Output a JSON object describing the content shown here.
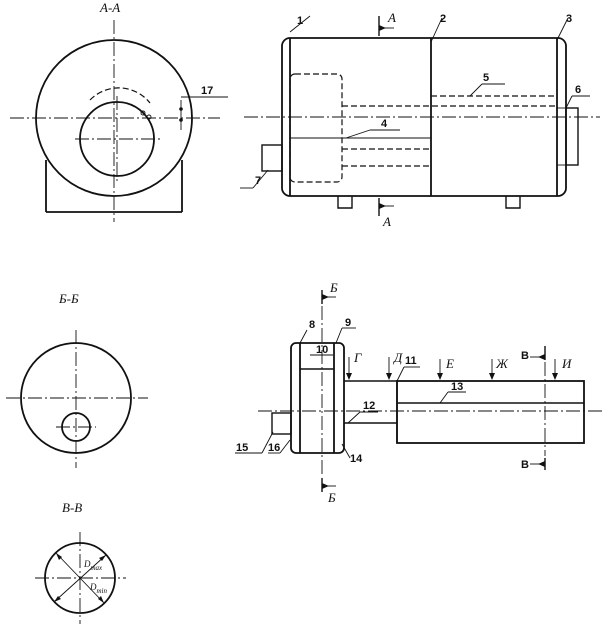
{
  "section_labels": {
    "aa": "А-А",
    "bb": "Б-Б",
    "vv": "В-В"
  },
  "cut_letters": {
    "a_top": "А",
    "a_bottom": "А",
    "b_top": "Б",
    "b_bottom": "Б",
    "v_top": "В",
    "v_bottom": "В"
  },
  "point_letters": [
    "Г",
    "Д",
    "Е",
    "Ж",
    "И"
  ],
  "callouts": {
    "n1": "1",
    "n2": "2",
    "n3": "3",
    "n4": "4",
    "n5": "5",
    "n6": "6",
    "n7": "7",
    "n8": "8",
    "n9": "9",
    "n10": "10",
    "n11": "11",
    "n12": "12",
    "n13": "13",
    "n14": "14",
    "n15": "15",
    "n16": "16",
    "n17": "17"
  },
  "diameters": {
    "dmax_base": "D",
    "dmax_sub": "max",
    "dmin_base": "D",
    "dmin_sub": "min"
  }
}
